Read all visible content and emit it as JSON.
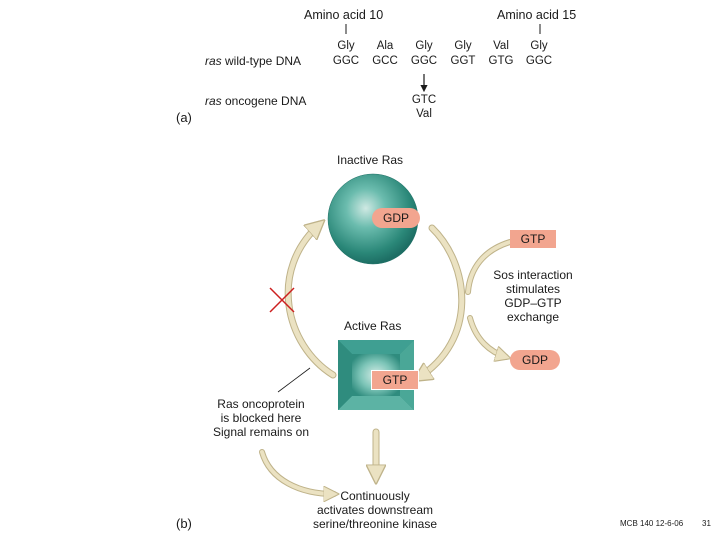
{
  "part_a": {
    "header_left": "Amino acid 10",
    "header_right": "Amino acid 15",
    "wildtype_label_italic": "ras",
    "wildtype_label_rest": " wild-type DNA",
    "amino_acids": [
      "Gly",
      "Ala",
      "Gly",
      "Gly",
      "Val",
      "Gly"
    ],
    "codons": [
      "GGC",
      "GCC",
      "GGC",
      "GGT",
      "GTG",
      "GGC"
    ],
    "oncogene_label_italic": "ras",
    "oncogene_label_rest": " oncogene DNA",
    "mutant_codon": "GTC",
    "mutant_amino_acid": "Val",
    "part_label": "(a)"
  },
  "part_b": {
    "inactive_title": "Inactive Ras",
    "inactive_gdp": "GDP",
    "active_title": "Active Ras",
    "active_gtp": "GTP",
    "gtp_in": "GTP",
    "gdp_out": "GDP",
    "exchange_text": "Sos interaction\nstimulates\nGDP–GTP\nexchange",
    "blocked_text": "Ras oncoprotein\nis blocked here\nSignal remains on",
    "downstream_text": "Continuously\nactivates downstream\nserine/threonine kinase",
    "part_label": "(b)"
  },
  "footer": {
    "course": "MCB 140 12-6-06",
    "page": "31"
  },
  "colors": {
    "sphere": "#3f9f92",
    "sphere_dark": "#1d6e64",
    "pill": "#f2a58f",
    "arrow": "#ebe2c2",
    "cross": "#cc1f1f"
  }
}
